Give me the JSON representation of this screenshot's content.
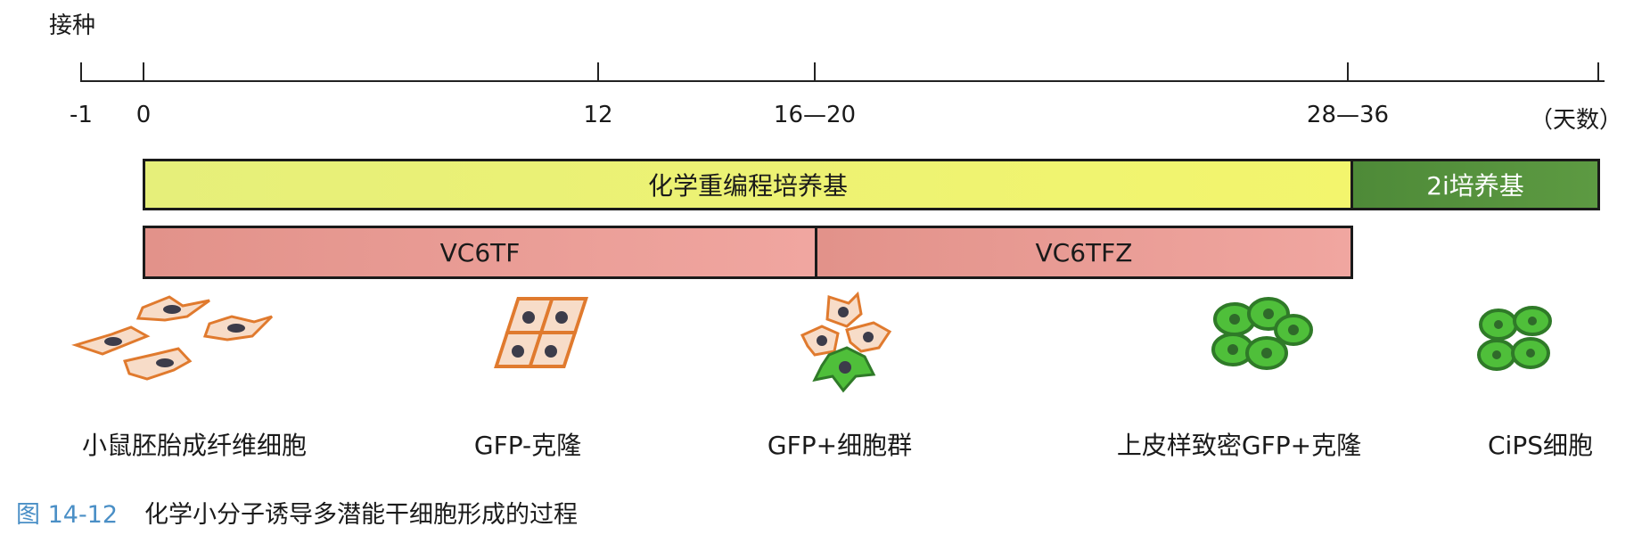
{
  "top_label": "接种",
  "axis": {
    "ticks": [
      {
        "label": "-1",
        "day": -1
      },
      {
        "label": "0",
        "day": 0
      },
      {
        "label": "12",
        "day": 12
      },
      {
        "label": "16—20",
        "day": 18
      },
      {
        "label": "28—36",
        "day": 32
      },
      {
        "label": "",
        "day": 38
      }
    ],
    "unit_label": "（天数）"
  },
  "media": [
    {
      "label": "化学重编程培养基",
      "color": "#ecf274"
    },
    {
      "label": "2i培养基",
      "color": "#53903c"
    }
  ],
  "treatments": [
    {
      "label": "VC6TF",
      "color": "#e89a93"
    },
    {
      "label": "VC6TFZ",
      "color": "#f0a6a0"
    }
  ],
  "stages": [
    {
      "label": "小鼠胚胎成纤维细胞",
      "icon": "fibroblast-cells-icon"
    },
    {
      "label": "GFP-克隆",
      "icon": "gfp-negative-clone-icon"
    },
    {
      "label": "GFP+细胞群",
      "icon": "gfp-positive-cluster-icon"
    },
    {
      "label": "上皮样致密GFP+克隆",
      "icon": "epithelial-compact-clone-icon"
    },
    {
      "label": "CiPS细胞",
      "icon": "cips-cells-icon"
    }
  ],
  "colors": {
    "cell_outline": "#e07a2e",
    "nucleus": "#3c3c4a",
    "gfp_green": "#4fbf3a",
    "gfp_dark": "#2f7a28"
  },
  "caption": {
    "figure_number": "图 14-12",
    "title": "化学小分子诱导多潜能干细胞形成的过程"
  }
}
